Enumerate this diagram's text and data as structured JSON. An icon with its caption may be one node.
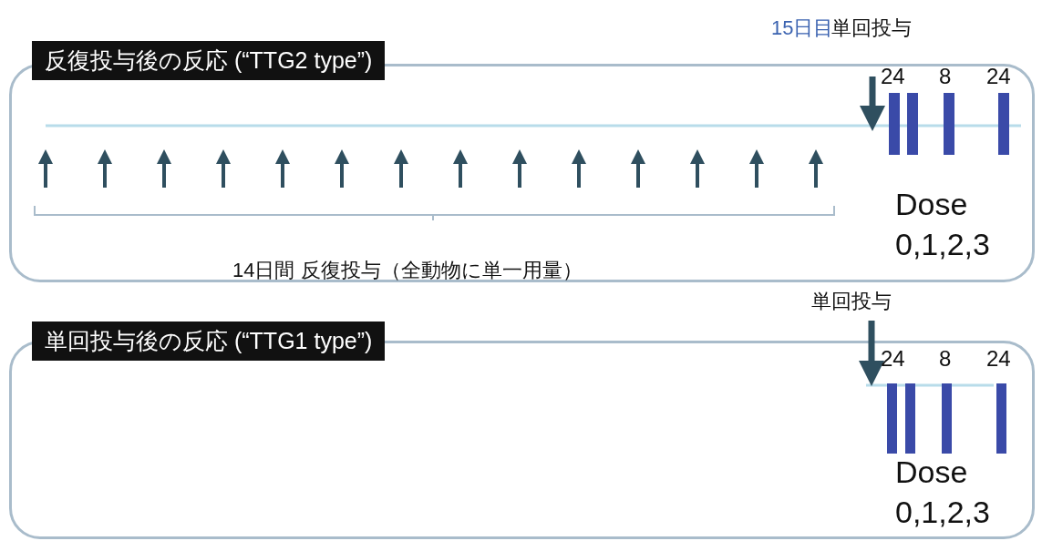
{
  "diagram": {
    "nodes": [
      {
        "text": [
          "反復投与後の反応 (“TTG2 type”)"
        ]
      },
      {
        "text": [
          "単回投与後の反応 (“TTG1 type”)"
        ]
      }
    ],
    "labels": [
      "15日目",
      "単回投与",
      "24",
      "8",
      "24",
      "Dose 0,1,2,3",
      "14日間 反復投与（全動物に単一用量）",
      "単回投与",
      "24",
      "8",
      "24",
      "Dose 0,1,2,3"
    ]
  }
}
